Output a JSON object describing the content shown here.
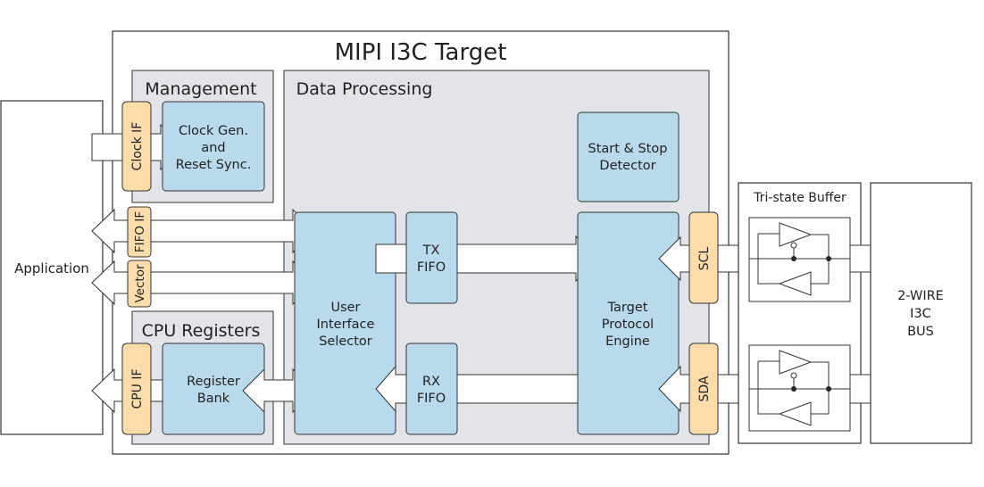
{
  "title": "MIPI I3C Target",
  "application": {
    "label": "Application"
  },
  "management": {
    "label": "Management",
    "clock_if": "Clock IF",
    "clock_gen": [
      "Clock Gen.",
      "and",
      "Reset Sync."
    ]
  },
  "data_processing": {
    "label": "Data Processing",
    "start_stop": [
      "Start & Stop",
      "Detector"
    ],
    "uis": [
      "User",
      "Interface",
      "Selector"
    ],
    "tx_fifo": [
      "TX",
      "FIFO"
    ],
    "rx_fifo": [
      "RX",
      "FIFO"
    ],
    "tpe": [
      "Target",
      "Protocol",
      "Engine"
    ],
    "scl": "SCL",
    "sda": "SDA"
  },
  "interfaces": {
    "fifo_if": "FIFO IF",
    "vector": "Vector"
  },
  "cpu_registers": {
    "label": "CPU Registers",
    "cpu_if": "CPU IF",
    "register_bank": [
      "Register",
      "Bank"
    ]
  },
  "tri_state": {
    "label": "Tri-state Buffer"
  },
  "bus": {
    "label": [
      "2-WIRE",
      "I3C",
      "BUS"
    ]
  },
  "colors": {
    "block": "#b8daec",
    "interface": "#fbdcaa",
    "group": "#e3e4e7"
  }
}
